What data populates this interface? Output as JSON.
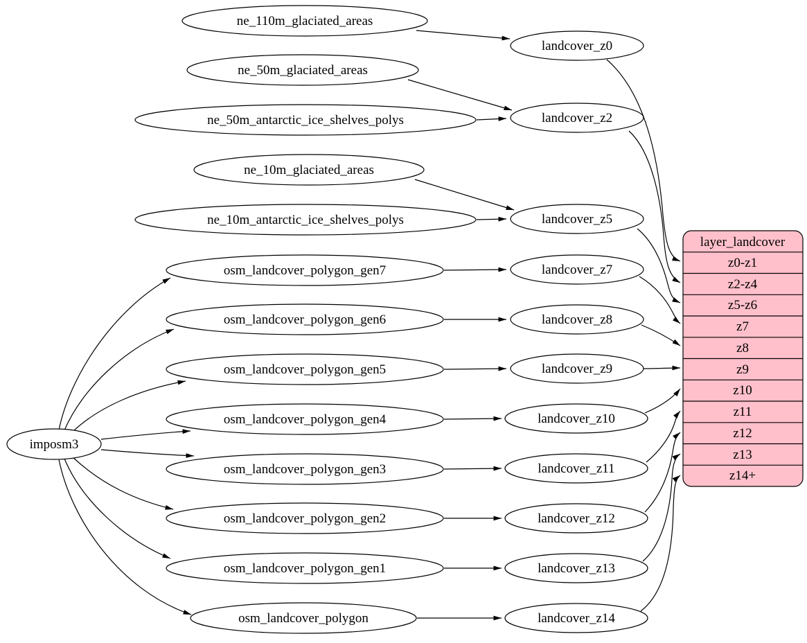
{
  "diagram": {
    "kind": "graphviz-dependency-graph",
    "colors": {
      "background": "#ffffff",
      "node_fill": "#ffffff",
      "node_stroke": "#000000",
      "edge": "#000000",
      "record_fill": "#ffc0cb",
      "text": "#000000"
    },
    "nodes": {
      "imposm3": "imposm3",
      "ne_110m_glaciated_areas": "ne_110m_glaciated_areas",
      "ne_50m_glaciated_areas": "ne_50m_glaciated_areas",
      "ne_50m_antarctic_ice_shelves_polys": "ne_50m_antarctic_ice_shelves_polys",
      "ne_10m_glaciated_areas": "ne_10m_glaciated_areas",
      "ne_10m_antarctic_ice_shelves_polys": "ne_10m_antarctic_ice_shelves_polys",
      "osm_landcover_polygon_gen7": "osm_landcover_polygon_gen7",
      "osm_landcover_polygon_gen6": "osm_landcover_polygon_gen6",
      "osm_landcover_polygon_gen5": "osm_landcover_polygon_gen5",
      "osm_landcover_polygon_gen4": "osm_landcover_polygon_gen4",
      "osm_landcover_polygon_gen3": "osm_landcover_polygon_gen3",
      "osm_landcover_polygon_gen2": "osm_landcover_polygon_gen2",
      "osm_landcover_polygon_gen1": "osm_landcover_polygon_gen1",
      "osm_landcover_polygon": "osm_landcover_polygon",
      "landcover_z0": "landcover_z0",
      "landcover_z2": "landcover_z2",
      "landcover_z5": "landcover_z5",
      "landcover_z7": "landcover_z7",
      "landcover_z8": "landcover_z8",
      "landcover_z9": "landcover_z9",
      "landcover_z10": "landcover_z10",
      "landcover_z11": "landcover_z11",
      "landcover_z12": "landcover_z12",
      "landcover_z13": "landcover_z13",
      "landcover_z14": "landcover_z14"
    },
    "record": {
      "title": "layer_landcover",
      "rows": [
        "z0-z1",
        "z2-z4",
        "z5-z6",
        "z7",
        "z8",
        "z9",
        "z10",
        "z11",
        "z12",
        "z13",
        "z14+"
      ]
    },
    "edges": [
      {
        "from": "imposm3",
        "to": "osm_landcover_polygon_gen7"
      },
      {
        "from": "imposm3",
        "to": "osm_landcover_polygon_gen6"
      },
      {
        "from": "imposm3",
        "to": "osm_landcover_polygon_gen5"
      },
      {
        "from": "imposm3",
        "to": "osm_landcover_polygon_gen4"
      },
      {
        "from": "imposm3",
        "to": "osm_landcover_polygon_gen3"
      },
      {
        "from": "imposm3",
        "to": "osm_landcover_polygon_gen2"
      },
      {
        "from": "imposm3",
        "to": "osm_landcover_polygon_gen1"
      },
      {
        "from": "imposm3",
        "to": "osm_landcover_polygon"
      },
      {
        "from": "ne_110m_glaciated_areas",
        "to": "landcover_z0"
      },
      {
        "from": "ne_50m_glaciated_areas",
        "to": "landcover_z2"
      },
      {
        "from": "ne_50m_antarctic_ice_shelves_polys",
        "to": "landcover_z2"
      },
      {
        "from": "ne_10m_glaciated_areas",
        "to": "landcover_z5"
      },
      {
        "from": "ne_10m_antarctic_ice_shelves_polys",
        "to": "landcover_z5"
      },
      {
        "from": "osm_landcover_polygon_gen7",
        "to": "landcover_z7"
      },
      {
        "from": "osm_landcover_polygon_gen6",
        "to": "landcover_z8"
      },
      {
        "from": "osm_landcover_polygon_gen5",
        "to": "landcover_z9"
      },
      {
        "from": "osm_landcover_polygon_gen4",
        "to": "landcover_z10"
      },
      {
        "from": "osm_landcover_polygon_gen3",
        "to": "landcover_z11"
      },
      {
        "from": "osm_landcover_polygon_gen2",
        "to": "landcover_z12"
      },
      {
        "from": "osm_landcover_polygon_gen1",
        "to": "landcover_z13"
      },
      {
        "from": "osm_landcover_polygon",
        "to": "landcover_z14"
      },
      {
        "from": "landcover_z0",
        "to": "layer_landcover",
        "to_row": "z0-z1"
      },
      {
        "from": "landcover_z2",
        "to": "layer_landcover",
        "to_row": "z2-z4"
      },
      {
        "from": "landcover_z5",
        "to": "layer_landcover",
        "to_row": "z5-z6"
      },
      {
        "from": "landcover_z7",
        "to": "layer_landcover",
        "to_row": "z7"
      },
      {
        "from": "landcover_z8",
        "to": "layer_landcover",
        "to_row": "z8"
      },
      {
        "from": "landcover_z9",
        "to": "layer_landcover",
        "to_row": "z9"
      },
      {
        "from": "landcover_z10",
        "to": "layer_landcover",
        "to_row": "z10"
      },
      {
        "from": "landcover_z11",
        "to": "layer_landcover",
        "to_row": "z11"
      },
      {
        "from": "landcover_z12",
        "to": "layer_landcover",
        "to_row": "z12"
      },
      {
        "from": "landcover_z13",
        "to": "layer_landcover",
        "to_row": "z13"
      },
      {
        "from": "landcover_z14",
        "to": "layer_landcover",
        "to_row": "z14+"
      }
    ]
  }
}
